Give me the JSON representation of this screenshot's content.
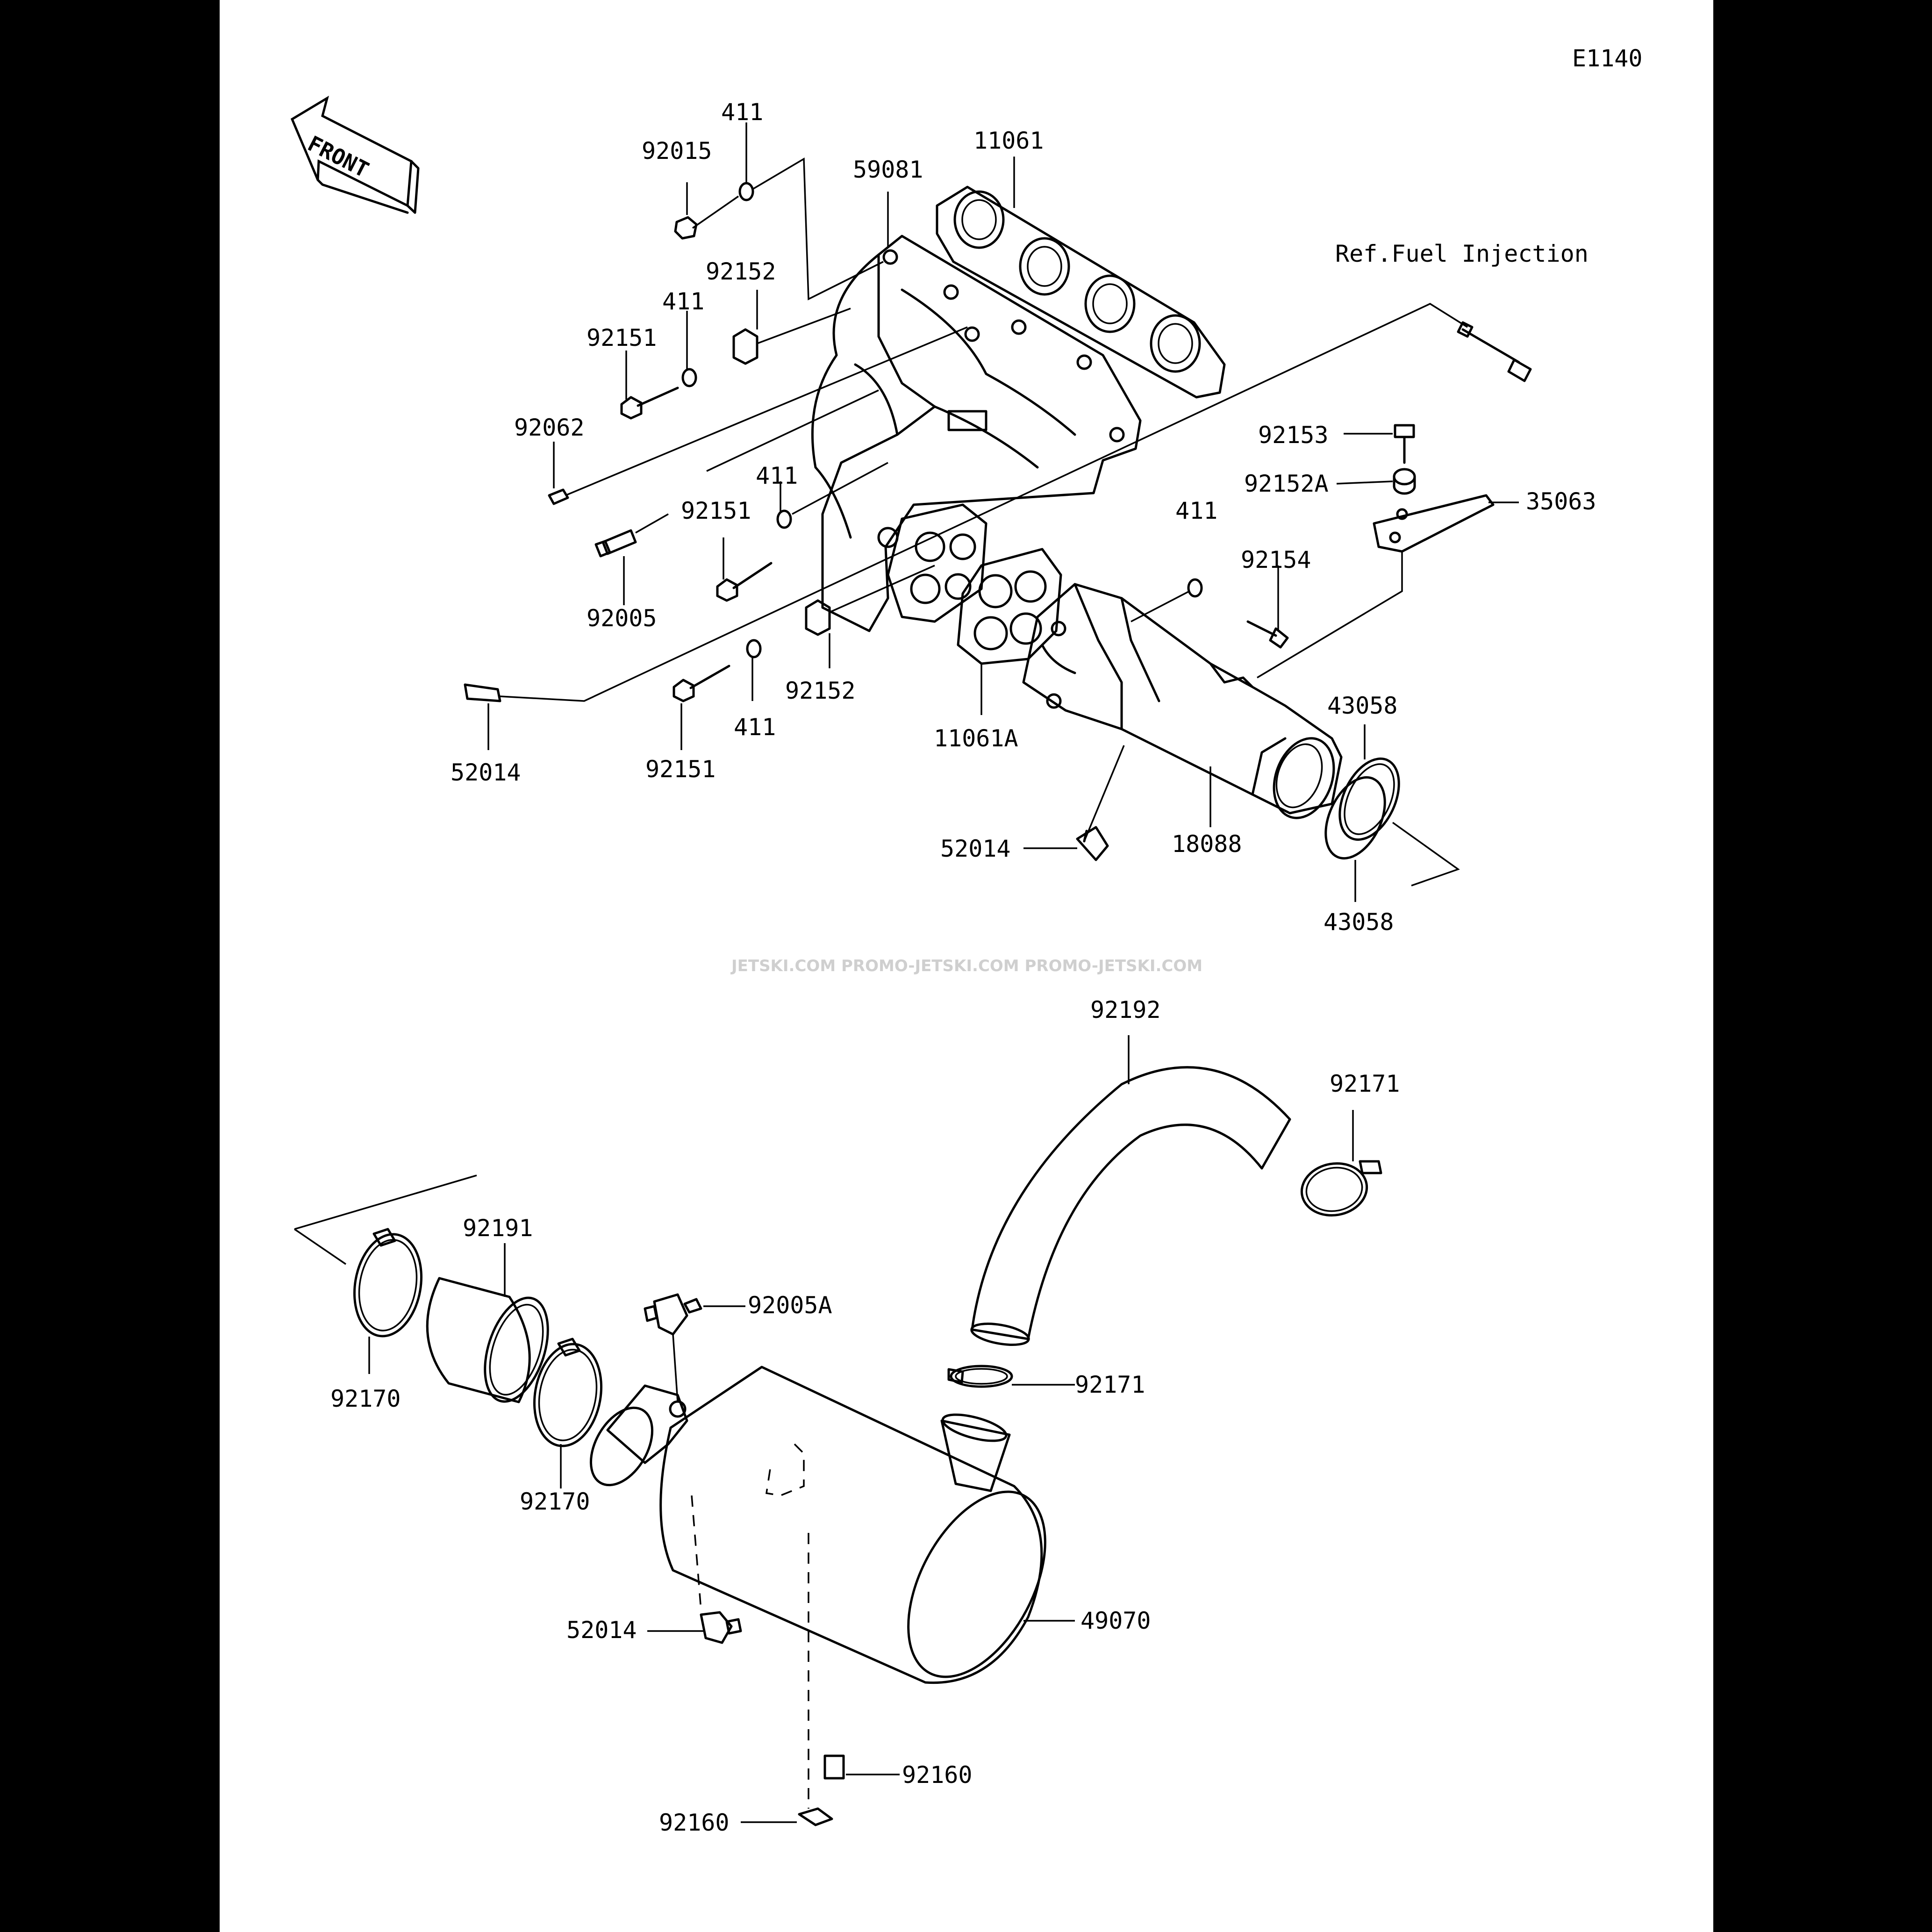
{
  "diagram_code": "E1140",
  "front_label": "FRONT",
  "reference_note": "Ref.Fuel Injection",
  "watermark": "JETSKI.COM  PROMO-JETSKI.COM  PROMO-JETSKI.COM",
  "callouts": [
    {
      "id": "c01",
      "text": "411"
    },
    {
      "id": "c02",
      "text": "92015"
    },
    {
      "id": "c03",
      "text": "59081"
    },
    {
      "id": "c04",
      "text": "11061"
    },
    {
      "id": "c05",
      "text": "92152"
    },
    {
      "id": "c06",
      "text": "411"
    },
    {
      "id": "c07",
      "text": "92151"
    },
    {
      "id": "c08",
      "text": "92062"
    },
    {
      "id": "c09",
      "text": "411"
    },
    {
      "id": "c10",
      "text": "92151"
    },
    {
      "id": "c11",
      "text": "92005"
    },
    {
      "id": "c12",
      "text": "92152"
    },
    {
      "id": "c13",
      "text": "411"
    },
    {
      "id": "c14",
      "text": "92151"
    },
    {
      "id": "c15",
      "text": "52014"
    },
    {
      "id": "c16",
      "text": "11061A"
    },
    {
      "id": "c17",
      "text": "92153"
    },
    {
      "id": "c18",
      "text": "92152A"
    },
    {
      "id": "c19",
      "text": "35063"
    },
    {
      "id": "c20",
      "text": "411"
    },
    {
      "id": "c21",
      "text": "92154"
    },
    {
      "id": "c22",
      "text": "43058"
    },
    {
      "id": "c23",
      "text": "52014"
    },
    {
      "id": "c24",
      "text": "18088"
    },
    {
      "id": "c25",
      "text": "43058"
    },
    {
      "id": "c26",
      "text": "92192"
    },
    {
      "id": "c27",
      "text": "92171"
    },
    {
      "id": "c28",
      "text": "92191"
    },
    {
      "id": "c29",
      "text": "92005A"
    },
    {
      "id": "c30",
      "text": "92170"
    },
    {
      "id": "c31",
      "text": "92170"
    },
    {
      "id": "c32",
      "text": "92171"
    },
    {
      "id": "c33",
      "text": "52014"
    },
    {
      "id": "c34",
      "text": "49070"
    },
    {
      "id": "c35",
      "text": "92160"
    },
    {
      "id": "c36",
      "text": "92160"
    }
  ]
}
